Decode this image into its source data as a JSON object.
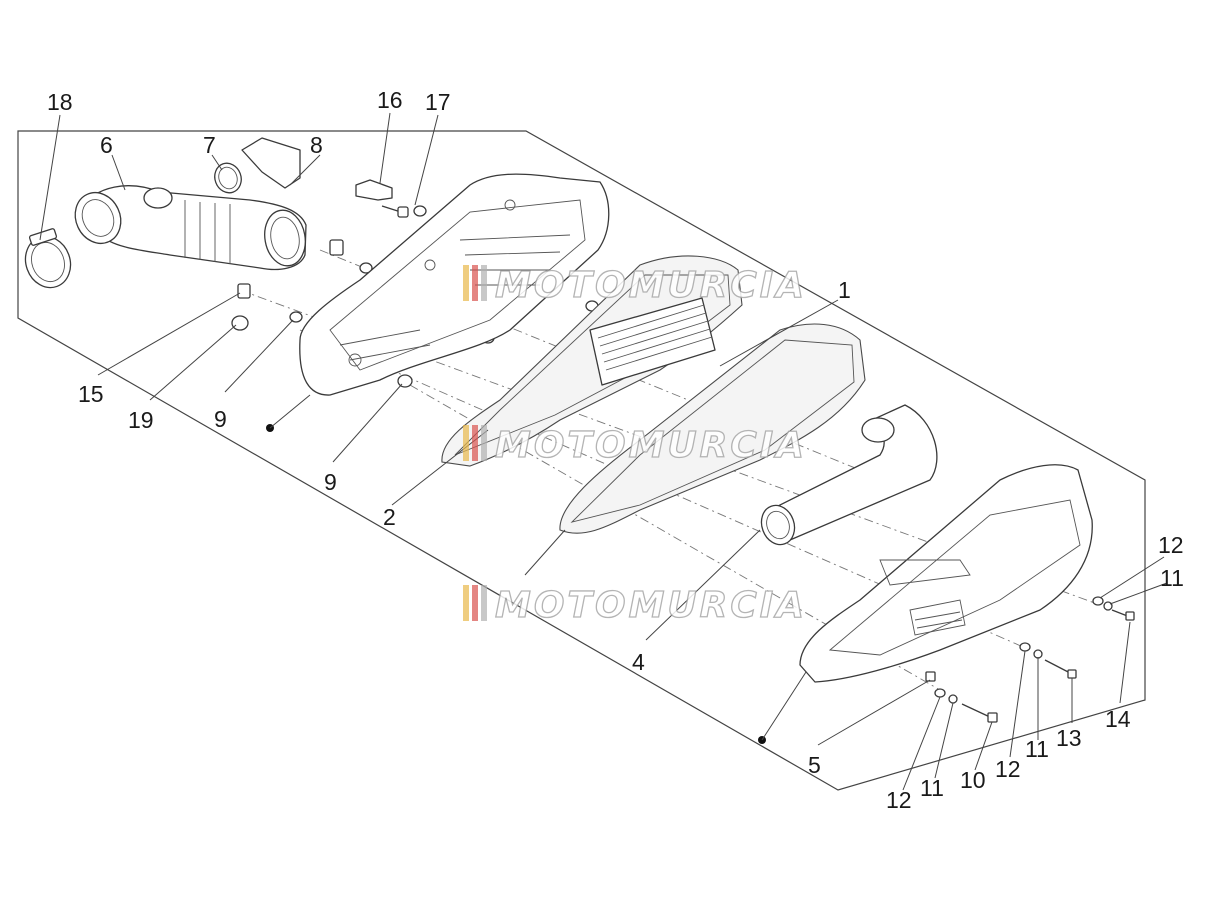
{
  "watermark": {
    "text": "MOTOMURCIA",
    "stripe_colors": [
      "#e8b84a",
      "#d9534f",
      "#b0b0b0"
    ]
  },
  "callouts": [
    {
      "id": "c1",
      "label": "1"
    },
    {
      "id": "c2",
      "label": "2"
    },
    {
      "id": "c4",
      "label": "4"
    },
    {
      "id": "c5",
      "label": "5"
    },
    {
      "id": "c6",
      "label": "6"
    },
    {
      "id": "c7",
      "label": "7"
    },
    {
      "id": "c8",
      "label": "8"
    },
    {
      "id": "c9a",
      "label": "9"
    },
    {
      "id": "c9b",
      "label": "9"
    },
    {
      "id": "c10",
      "label": "10"
    },
    {
      "id": "c11a",
      "label": "11"
    },
    {
      "id": "c11b",
      "label": "11"
    },
    {
      "id": "c11c",
      "label": "11"
    },
    {
      "id": "c12a",
      "label": "12"
    },
    {
      "id": "c12b",
      "label": "12"
    },
    {
      "id": "c12c",
      "label": "12"
    },
    {
      "id": "c13",
      "label": "13"
    },
    {
      "id": "c14",
      "label": "14"
    },
    {
      "id": "c15",
      "label": "15"
    },
    {
      "id": "c16",
      "label": "16"
    },
    {
      "id": "c17",
      "label": "17"
    },
    {
      "id": "c18",
      "label": "18"
    },
    {
      "id": "c19",
      "label": "19"
    }
  ]
}
